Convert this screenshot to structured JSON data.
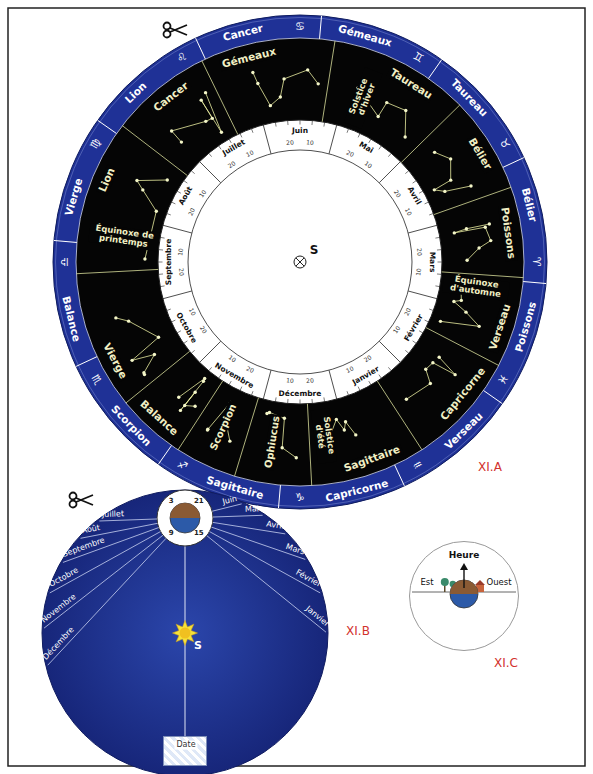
{
  "diagram": {
    "nodes": [
      {
        "text": [
          "Date"
        ]
      },
      {
        "text": [
          "Heure",
          "Est",
          "Ouest"
        ]
      }
    ],
    "labels": [
      "Cancer",
      "Gémeaux",
      "Taureau",
      "Bélier",
      "Poissons",
      "Verseau",
      "Capricorne",
      "Sagittaire",
      "Scorpion",
      "Balance",
      "Vierge",
      "Lion",
      "♋",
      "♊",
      "♉",
      "♈",
      "♓",
      "♒",
      "♑",
      "♐",
      "♏",
      "♎",
      "♍",
      "♌",
      "Gémeaux",
      "Taureau",
      "Bélier",
      "Poissons",
      "Verseau",
      "Capricorne",
      "Sagittaire",
      "Ophiucus",
      "Scorpion",
      "Balance",
      "Vierge",
      "Lion",
      "Cancer",
      "Solstice d'hiver",
      "Équinoxe d'automne",
      "Solstice d'été",
      "Équinoxe de printemps",
      "S",
      "XI.A",
      "Juin",
      "Mai",
      "Avril",
      "Mars",
      "Février",
      "Janvier",
      "Décembre",
      "Novembre",
      "Octobre",
      "Septembre",
      "Août",
      "Juillet",
      "10",
      "20",
      "10",
      "20",
      "10",
      "20",
      "10",
      "20",
      "10",
      "20",
      "10",
      "20",
      "10",
      "20",
      "10",
      "20",
      "10",
      "20",
      "10",
      "20",
      "10",
      "20",
      "10",
      "20",
      "Juillet",
      "Août",
      "Septembre",
      "Octobre",
      "Novembre",
      "Décembre",
      "Juin",
      "Mai",
      "Avril",
      "Mars",
      "Février",
      "Janvier",
      "3",
      "21",
      "9",
      "15",
      "S",
      "XI.B",
      "XI.C"
    ]
  }
}
